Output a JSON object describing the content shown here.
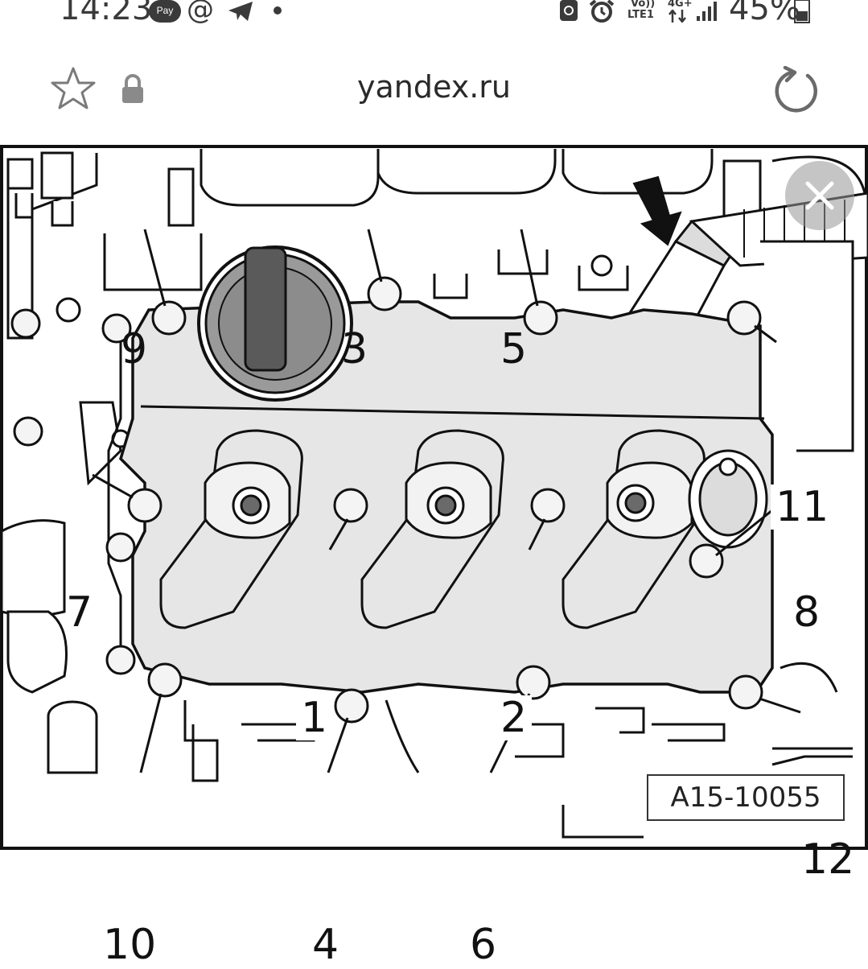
{
  "status_bar": {
    "time": "14:23",
    "pay_badge": "Pay",
    "at_symbol": "@",
    "volte_label": "Vo))",
    "lte_label": "LTE1",
    "net_label": "4G+",
    "battery_percent": "45%",
    "icons": [
      "pay-icon",
      "at-icon",
      "telegram-icon",
      "notification-dot-icon",
      "recycle-icon",
      "alarm-icon",
      "signal-icon",
      "battery-icon"
    ]
  },
  "address_bar": {
    "url": "yandex.ru",
    "icons": [
      "star-icon",
      "lock-icon",
      "reload-icon"
    ]
  },
  "figure": {
    "bolt_labels": [
      "1",
      "2",
      "3",
      "4",
      "5",
      "6",
      "7",
      "8",
      "9",
      "10",
      "11",
      "12"
    ],
    "caption": "A15-10055",
    "close_icon": "close-icon",
    "colors": {
      "cover_fill": "#e8e8e8",
      "line": "#111111",
      "arrow": "#111111"
    }
  }
}
